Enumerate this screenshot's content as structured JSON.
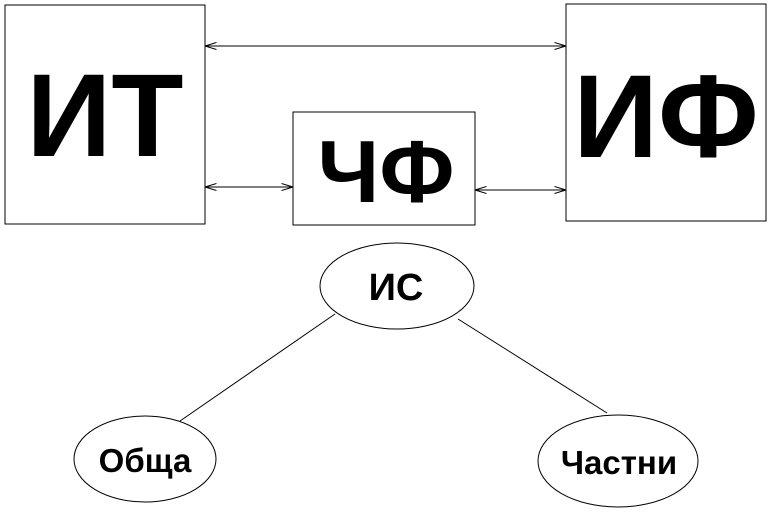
{
  "diagram": {
    "boxes": {
      "it": "ИТ",
      "chf": "ЧФ",
      "if": "ИФ"
    },
    "tree": {
      "root": "ИС",
      "left": "Обща",
      "right": "Частни"
    },
    "colors": {
      "stroke": "#000000",
      "fill": "#ffffff",
      "text": "#000000"
    }
  }
}
